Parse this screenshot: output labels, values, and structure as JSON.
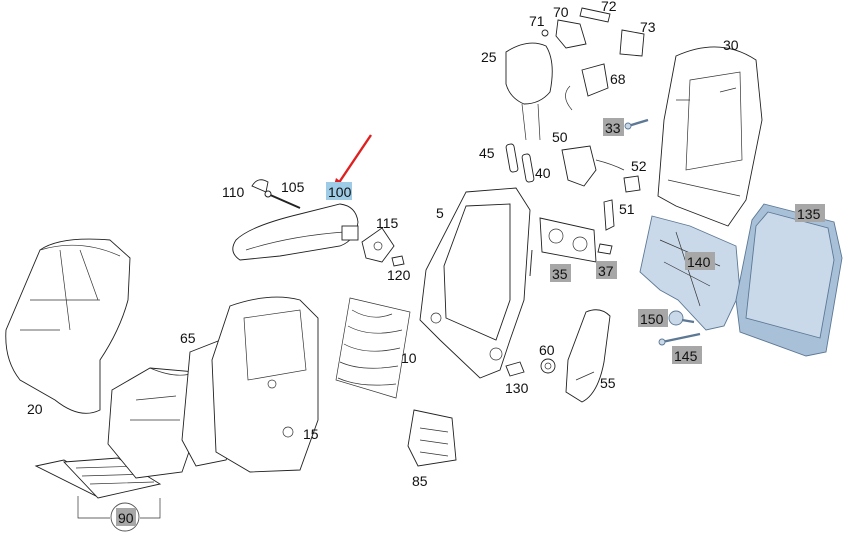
{
  "diagram": {
    "labels": {
      "p20": "20",
      "p65": "65",
      "p90": "90",
      "p15": "15",
      "p110": "110",
      "p105": "105",
      "p100": "100",
      "p115": "115",
      "p120": "120",
      "p10": "10",
      "p5": "5",
      "p25": "25",
      "p45": "45",
      "p40": "40",
      "p50": "50",
      "p71": "71",
      "p70": "70",
      "p72": "72",
      "p73": "73",
      "p68": "68",
      "p30": "30",
      "p33": "33",
      "p52": "52",
      "p51": "51",
      "p35": "35",
      "p37": "37",
      "p130": "130",
      "p60": "60",
      "p55": "55",
      "p85": "85",
      "p135": "135",
      "p140": "140",
      "p150": "150",
      "p145": "145"
    },
    "colors": {
      "highlight_label": "#9ecbe6",
      "grey_label": "#a7a7a7",
      "pointer_arrow": "#e02020",
      "blue_parts": "#c9d9ea"
    }
  }
}
